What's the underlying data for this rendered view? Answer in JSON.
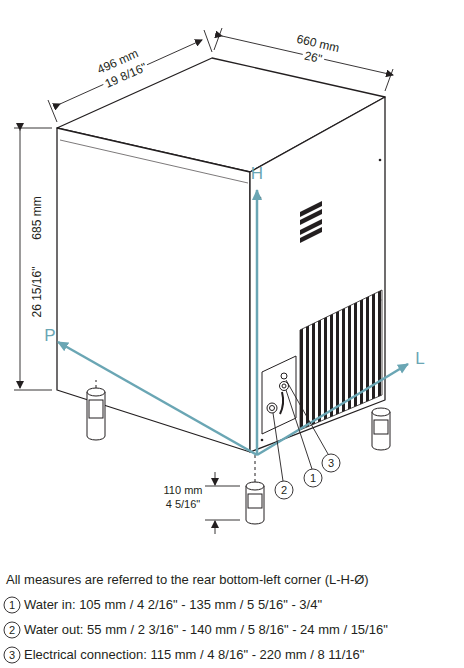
{
  "diagram": {
    "labels": [
      "496 mm",
      "19 8/16\"",
      "660 mm",
      "26\"",
      "685 mm",
      "26 15/16\"",
      "H",
      "P",
      "L",
      "1",
      "2",
      "3",
      "110 mm",
      "4 5/16\"",
      "All measures are referred to the rear bottom-left corner (L-H-Ø)",
      "1",
      "Water in: 105 mm / 4 2/16\" - 135 mm / 5 5/16\" - 3/4\"",
      "2",
      "Water out: 55 mm / 2 3/16\" - 140 mm / 5 8/16\" - 24 mm / 15/16\"",
      "3",
      "Electrical connection: 115 mm / 4 8/16\" - 220 mm / 8 11/16\""
    ]
  }
}
